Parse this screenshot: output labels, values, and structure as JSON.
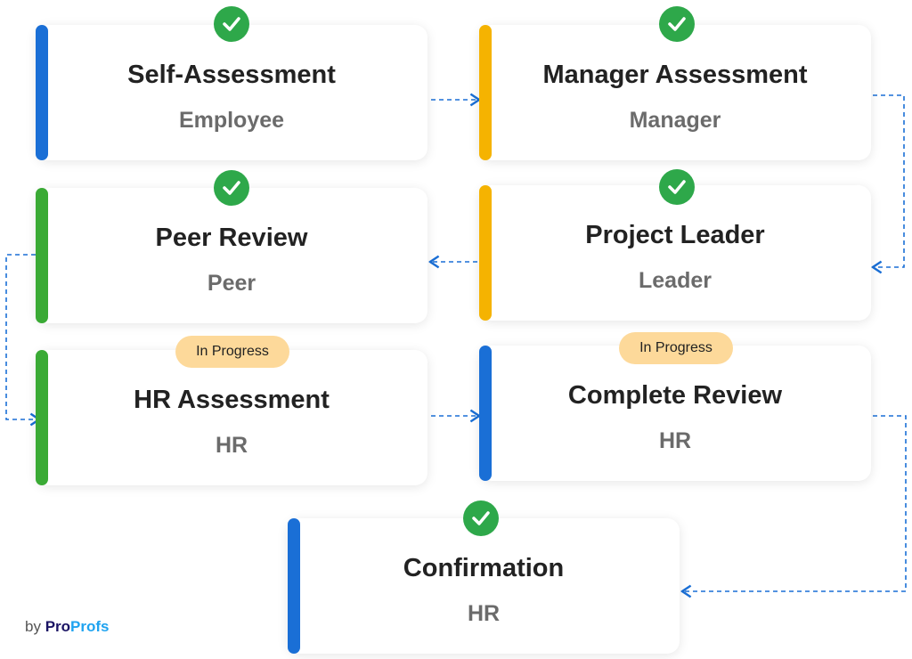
{
  "colors": {
    "blue": "#1a6fd6",
    "yellow": "#f5b301",
    "green": "#3aaa35",
    "check": "#2ea84a",
    "badge": "#fdd99a",
    "connector": "#1a6fd6"
  },
  "steps": [
    {
      "title": "Self-Assessment",
      "role": "Employee",
      "status": "done"
    },
    {
      "title": "Manager Assessment",
      "role": "Manager",
      "status": "done"
    },
    {
      "title": "Peer Review",
      "role": "Peer",
      "status": "done"
    },
    {
      "title": "Project Leader",
      "role": "Leader",
      "status": "done"
    },
    {
      "title": "HR Assessment",
      "role": "HR",
      "status": "In Progress"
    },
    {
      "title": "Complete Review",
      "role": "HR",
      "status": "In Progress"
    },
    {
      "title": "Confirmation",
      "role": "HR",
      "status": "done"
    }
  ],
  "branding": {
    "by": "by",
    "pro1": "Pro",
    "pro2": "Profs"
  }
}
